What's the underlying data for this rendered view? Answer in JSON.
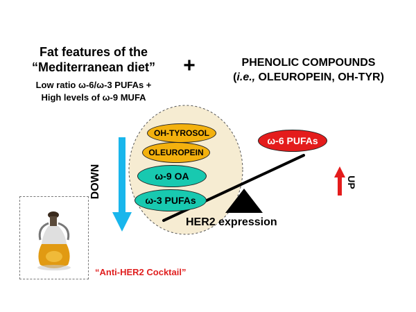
{
  "left_heading": {
    "line1": "Fat features of the",
    "line2": "“Mediterranean diet”",
    "detail1": "Low ratio ω-6/ω-3 PUFAs +",
    "detail2": "High levels of ω-9 MUFA"
  },
  "plus_sign": "+",
  "right_heading": {
    "line1": "PHENOLIC COMPOUNDS",
    "line2_prefix": "(",
    "line2_italic": "i.e.,",
    "line2_rest": " OLEUROPEIN, OH-TYR)"
  },
  "compounds": {
    "oh_tyrosol": "OH-TYROSOL",
    "oleuropein": "OLEUROPEIN",
    "omega9": "ω-9 OA",
    "omega3": "ω-3 PUFAs"
  },
  "omega6": "ω-6 PUFAs",
  "down_label": "DOWN",
  "up_label": "UP",
  "balance_label": "HER2 expression",
  "cocktail_label": "“Anti-HER2 Cocktail”",
  "colors": {
    "yellow_pill": "#f3b10e",
    "cyan_pill": "#18c9b0",
    "red_pill": "#e41c1c",
    "down_arrow": "#19b6ec",
    "up_arrow": "#e41c1c",
    "ellipse_fill": "#f6ecd2",
    "cocktail_text": "#e02020"
  }
}
